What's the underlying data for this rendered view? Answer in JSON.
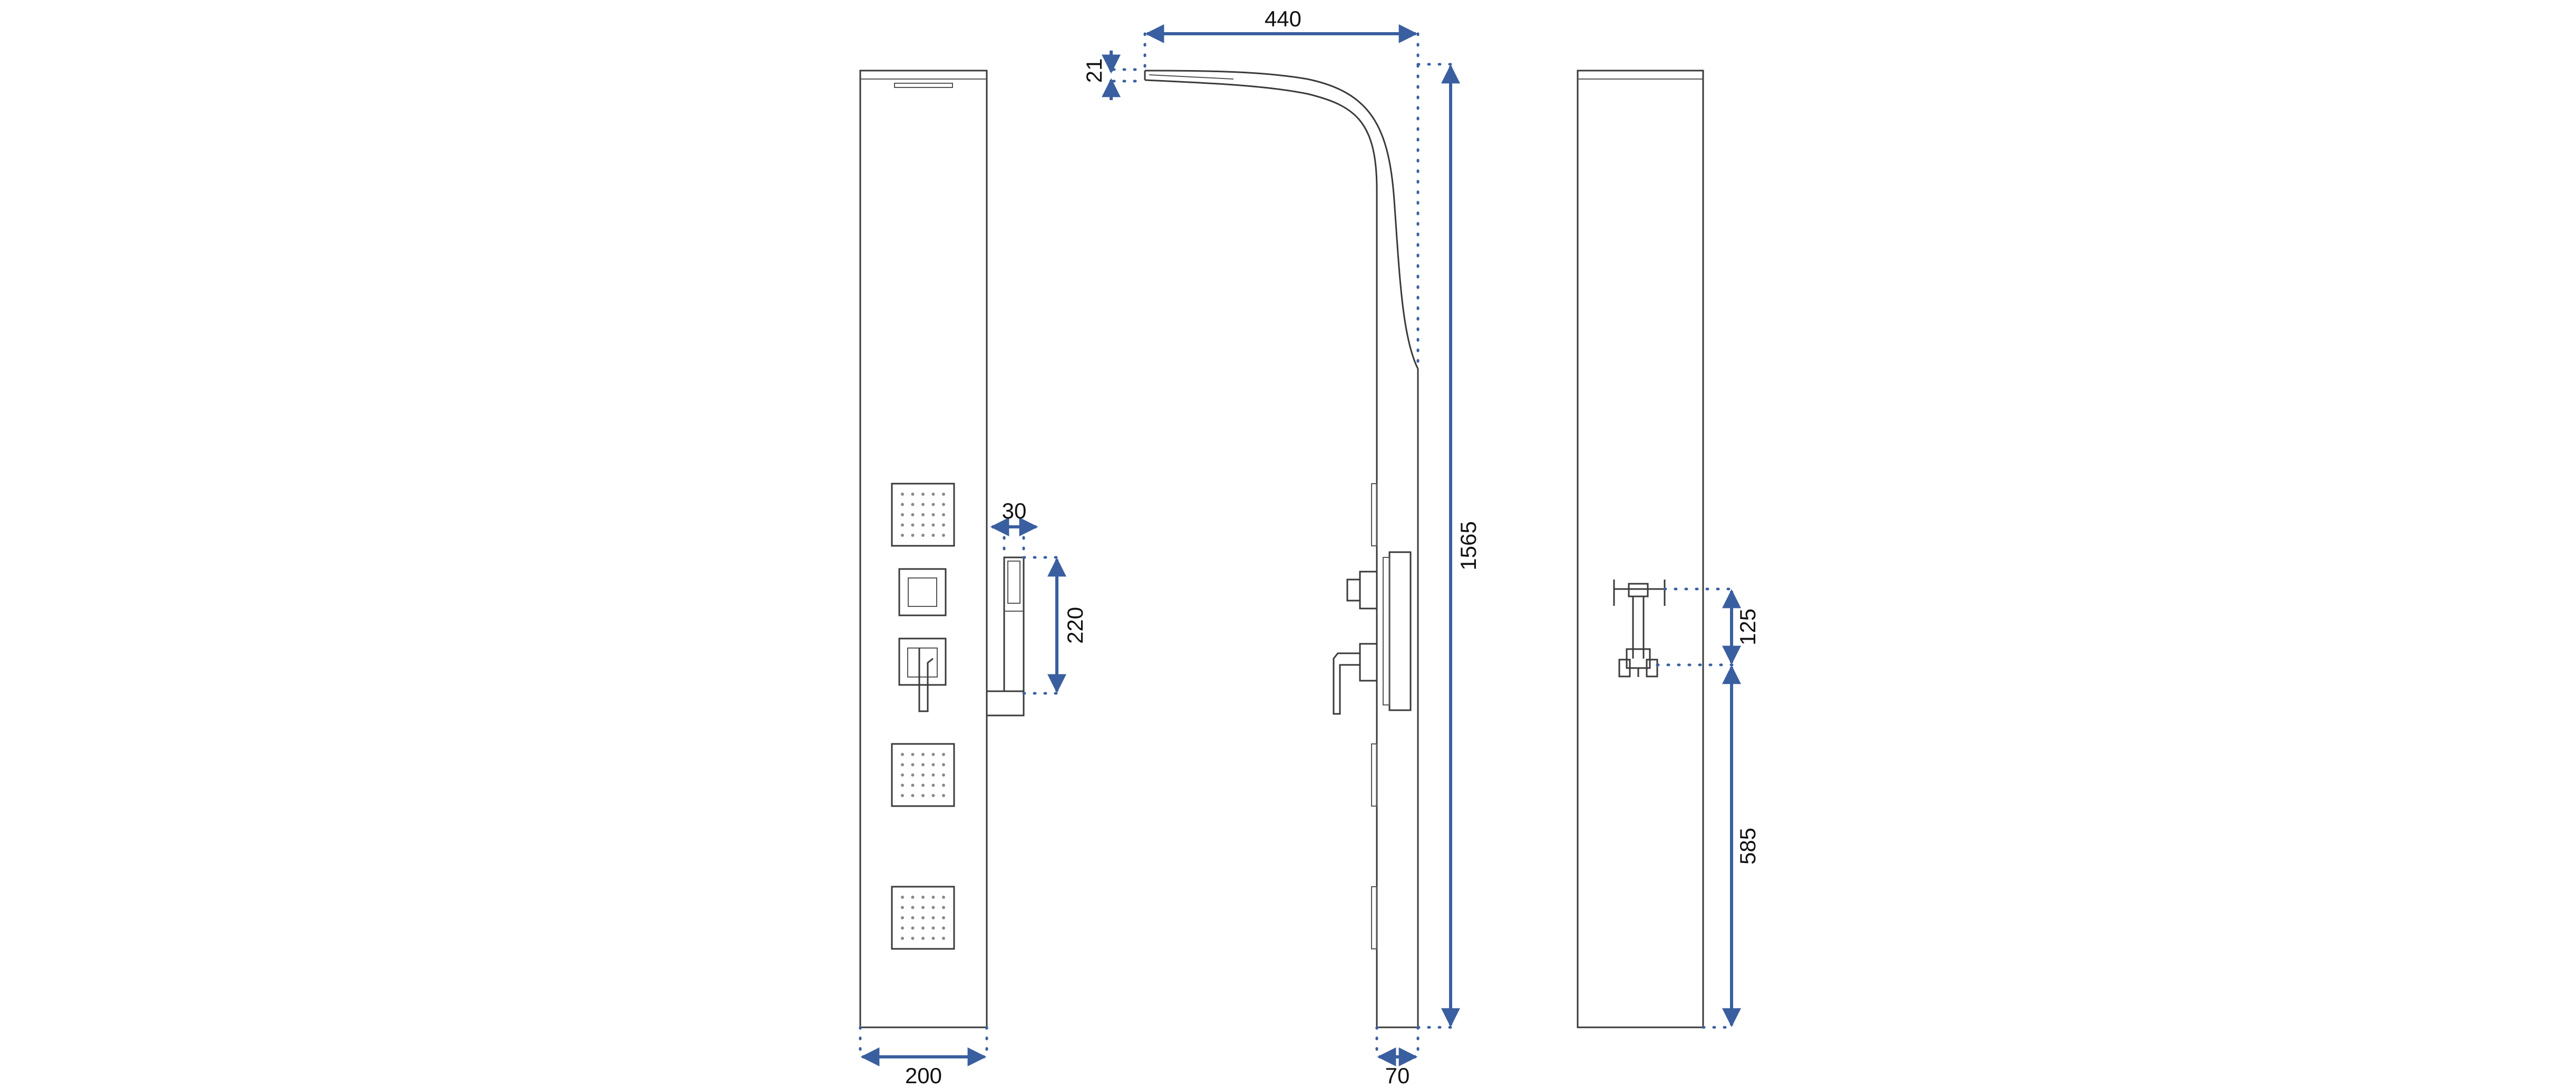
{
  "colors": {
    "dimension_line": "#3a5fa0",
    "outline": "#3a3a3a",
    "background": "#ffffff"
  },
  "dimensions": {
    "front_width": "200",
    "handshower_depth": "30",
    "handshower_length": "220",
    "head_reach": "440",
    "head_thickness": "21",
    "total_height": "1565",
    "side_depth": "70",
    "bracket_spacing": "125",
    "bracket_height": "585"
  },
  "views": [
    "front-view",
    "side-view",
    "rear-view"
  ]
}
